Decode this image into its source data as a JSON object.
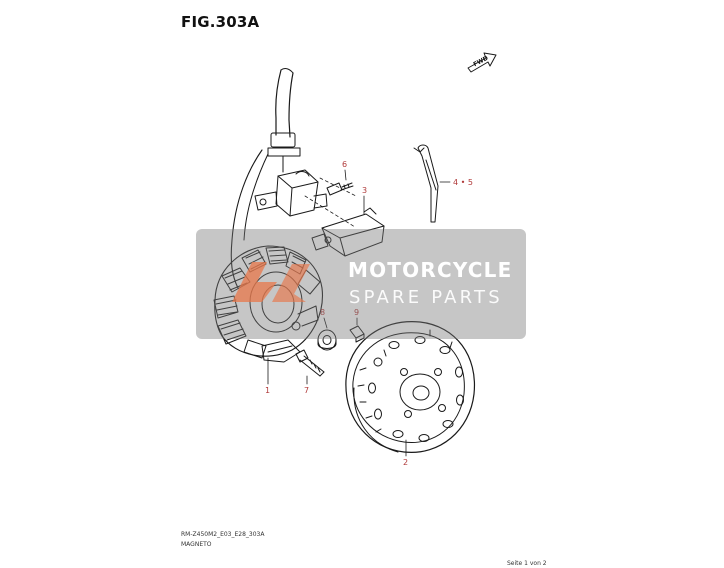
{
  "figure": {
    "title": "FIG.303A",
    "direction_label": "FWD",
    "drawing_code": "RM-Z450M2_E03_E28_303A",
    "drawing_name": "MAGNETO",
    "page_info": "Seite 1 von 2"
  },
  "callouts": [
    {
      "id": "1",
      "label": "1"
    },
    {
      "id": "2",
      "label": "2"
    },
    {
      "id": "3",
      "label": "3"
    },
    {
      "id": "4-5",
      "label": "4 • 5"
    },
    {
      "id": "6",
      "label": "6"
    },
    {
      "id": "7",
      "label": "7"
    },
    {
      "id": "8",
      "label": "8"
    },
    {
      "id": "9",
      "label": "9"
    }
  ],
  "watermark": {
    "line1": "MOTORCYCLE",
    "line2": "SPARE PARTS"
  },
  "colors": {
    "line": "#1a1a1a",
    "callout": "#b03a3a",
    "watermark_box": "#787878",
    "logo_accent": "#e8774a"
  }
}
